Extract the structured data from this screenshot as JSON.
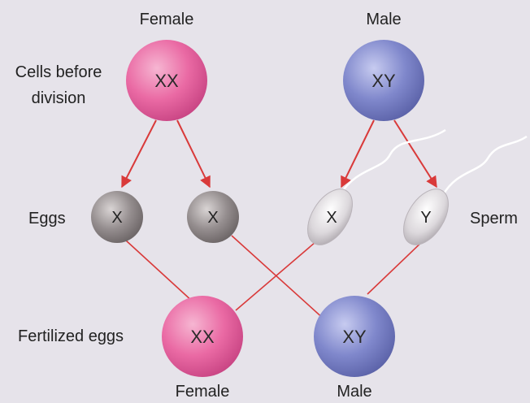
{
  "headers": {
    "female": "Female",
    "male": "Male"
  },
  "row_labels": {
    "cells_before_division_line1": "Cells before",
    "cells_before_division_line2": "division",
    "eggs": "Eggs",
    "sperm": "Sperm",
    "fertilized_eggs": "Fertilized eggs"
  },
  "parent_cells": {
    "female": "XX",
    "male": "XY"
  },
  "eggs": [
    "X",
    "X"
  ],
  "sperm": [
    "X",
    "Y"
  ],
  "offspring": {
    "female": "XX",
    "male": "XY"
  },
  "footer": {
    "female": "Female",
    "male": "Male"
  },
  "colors": {
    "female": "#e8619d",
    "male": "#7a82c8",
    "egg": "#8c8586",
    "arrow": "#d93a3a",
    "background": "#e6e3ea"
  }
}
